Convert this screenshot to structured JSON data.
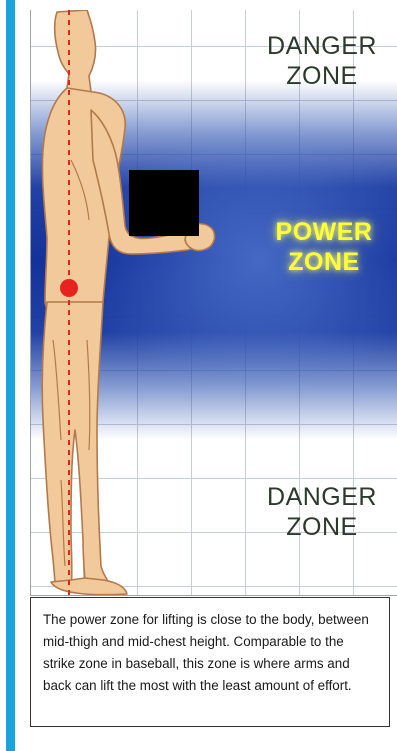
{
  "zones": {
    "danger_top": [
      "DANGER",
      "ZONE"
    ],
    "power": [
      "POWER",
      "ZONE"
    ],
    "danger_bottom": [
      "DANGER",
      "ZONE"
    ]
  },
  "caption": {
    "text": "The power zone for lifting is close to the body, between mid-thigh and mid-chest height. Comparable to the strike zone in baseball, this zone is where arms and back can lift the most with the least amount of effort."
  },
  "colors": {
    "accent_bar": "#1aa3e0",
    "power_band": "#1e3f9e",
    "power_text": "#ffff33",
    "danger_text": "#2c3a2c",
    "skin": "#f2c99a",
    "box": "#000000",
    "center_of_gravity": "#e8221e"
  }
}
